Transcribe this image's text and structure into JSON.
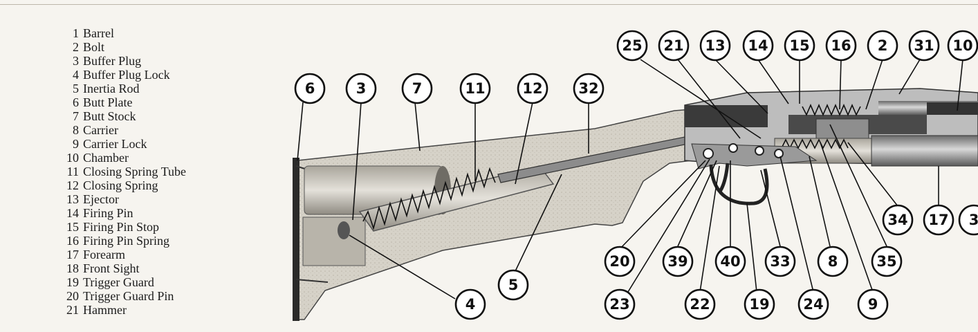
{
  "parts_list": [
    {
      "num": "1",
      "name": "Barrel"
    },
    {
      "num": "2",
      "name": "Bolt"
    },
    {
      "num": "3",
      "name": "Buffer Plug"
    },
    {
      "num": "4",
      "name": "Buffer Plug Lock"
    },
    {
      "num": "5",
      "name": "Inertia Rod"
    },
    {
      "num": "6",
      "name": "Butt Plate"
    },
    {
      "num": "7",
      "name": "Butt Stock"
    },
    {
      "num": "8",
      "name": "Carrier"
    },
    {
      "num": "9",
      "name": "Carrier Lock"
    },
    {
      "num": "10",
      "name": "Chamber"
    },
    {
      "num": "11",
      "name": "Closing Spring Tube"
    },
    {
      "num": "12",
      "name": "Closing Spring"
    },
    {
      "num": "13",
      "name": "Ejector"
    },
    {
      "num": "14",
      "name": "Firing Pin"
    },
    {
      "num": "15",
      "name": "Firing Pin Stop"
    },
    {
      "num": "16",
      "name": "Firing Pin Spring"
    },
    {
      "num": "17",
      "name": "Forearm"
    },
    {
      "num": "18",
      "name": "Front Sight"
    },
    {
      "num": "19",
      "name": "Trigger Guard"
    },
    {
      "num": "20",
      "name": "Trigger Guard Pin"
    },
    {
      "num": "21",
      "name": "Hammer"
    }
  ],
  "callouts": [
    "6",
    "3",
    "7",
    "11",
    "12",
    "32",
    "25",
    "21",
    "13",
    "14",
    "15",
    "16",
    "2",
    "31",
    "10",
    "34",
    "17",
    "3",
    "20",
    "39",
    "40",
    "33",
    "8",
    "35",
    "4",
    "5",
    "23",
    "22",
    "19",
    "24",
    "9"
  ]
}
